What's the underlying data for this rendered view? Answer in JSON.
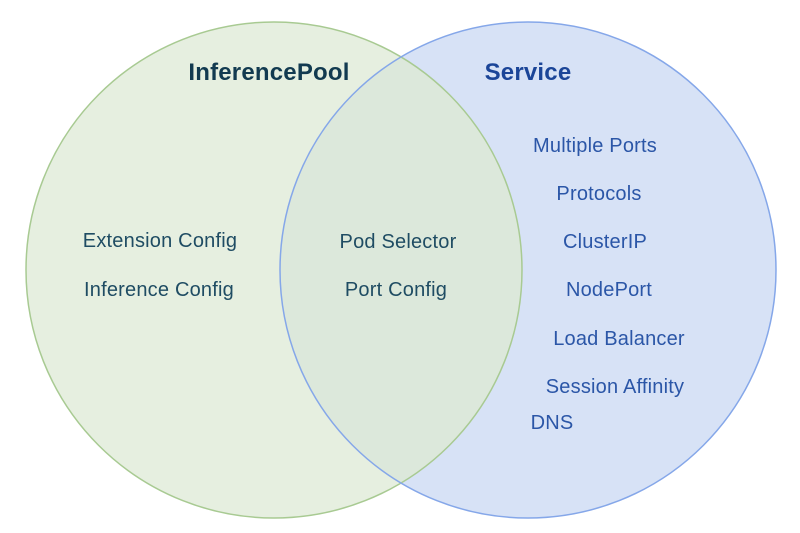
{
  "colors": {
    "green_fill": "#e6efe0",
    "green_stroke": "#a8ca92",
    "blue_fill": "#d7e2f6",
    "blue_stroke": "#85a7e9",
    "overlap_fill": "#dce8db",
    "left_title_color": "#123a50",
    "left_item_color": "#1f4c63",
    "right_title_color": "#1b4598",
    "right_item_color": "#2b56a7"
  },
  "left_circle": {
    "title": "InferencePool",
    "items": [
      "Extension Config",
      "Inference Config"
    ]
  },
  "overlap": {
    "items": [
      "Pod Selector",
      "Port Config"
    ]
  },
  "right_circle": {
    "title": "Service",
    "items": [
      "Multiple Ports",
      "Protocols",
      "ClusterIP",
      "NodePort",
      "Load Balancer",
      "Session Affinity",
      "DNS"
    ]
  }
}
